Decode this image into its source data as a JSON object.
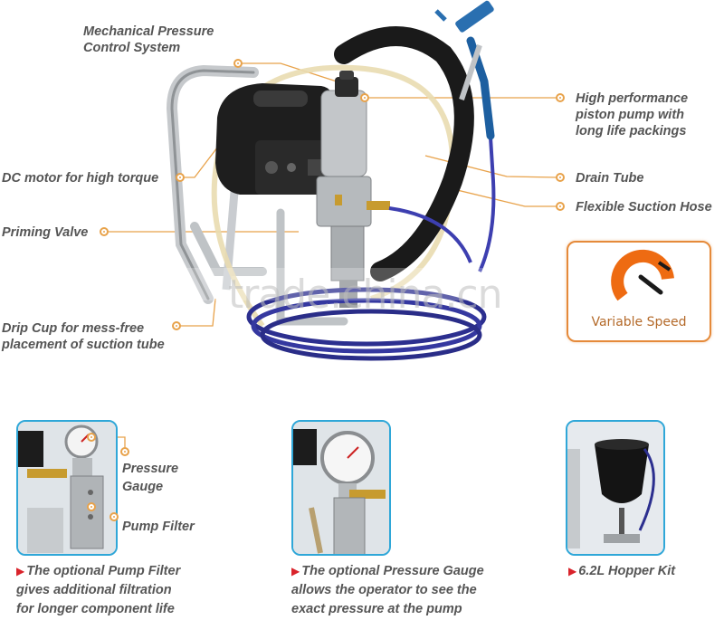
{
  "callouts": {
    "mechanical_pressure": "Mechanical Pressure\nControl System",
    "high_performance": "High performance\npiston pump with\nlong life packings",
    "dc_motor": "DC motor for high torque",
    "drain_tube": "Drain Tube",
    "priming_valve": "Priming Valve",
    "flexible_suction": "Flexible Suction Hose",
    "drip_cup": "Drip Cup for mess-free\nplacement of suction tube"
  },
  "speed_box": {
    "label": "Variable Speed"
  },
  "watermark": "trade.china.cn",
  "thumbs": {
    "filter": {
      "label_gauge": "Pressure\nGauge",
      "label_filter": "Pump Filter",
      "caption": "The optional Pump Filter\ngives additional filtration\nfor longer component life"
    },
    "gauge": {
      "caption": "The optional Pressure Gauge\nallows the operator to see the\nexact pressure at the pump"
    },
    "hopper": {
      "caption": "6.2L Hopper Kit"
    }
  },
  "colors": {
    "accent_orange": "#e8a24a",
    "frame_blue": "#2fa7d8",
    "bullet_red": "#d9232b",
    "hose_blue": "#2c2f8f"
  }
}
